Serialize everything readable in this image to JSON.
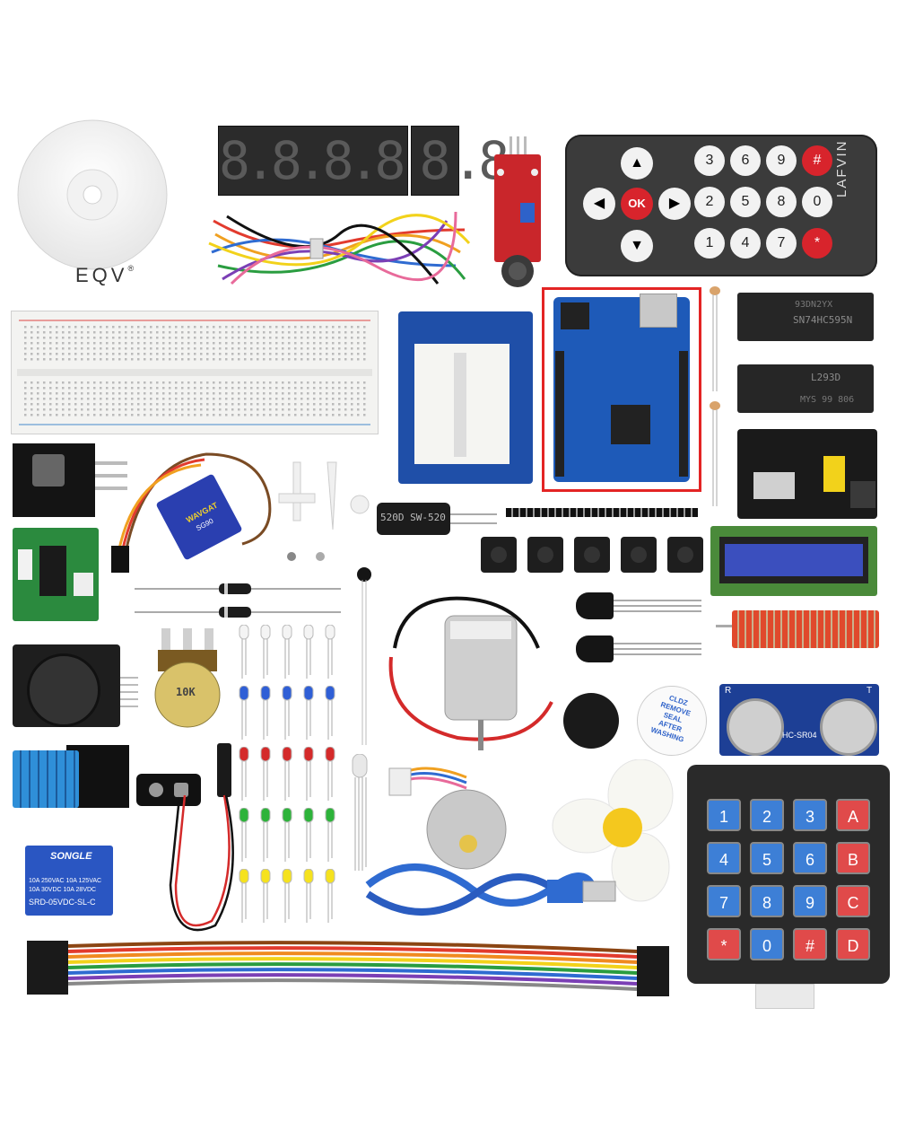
{
  "disc": {
    "brand": "EQV",
    "mark": "®"
  },
  "display": {
    "digits": "8.8.8.8.8.8."
  },
  "remote": {
    "brand": "LAFVIN",
    "ok": "OK",
    "keys": [
      "3",
      "6",
      "9",
      "#",
      "2",
      "5",
      "8",
      "0",
      "1",
      "4",
      "7",
      "*"
    ]
  },
  "chips": [
    {
      "text": "SN74HC595N"
    },
    {
      "text": "L293D"
    }
  ],
  "display_chip_codes": {
    "top": "93DN2YX",
    "bottom": "MYS 99 806"
  },
  "switch": {
    "text": "520D  SW-520"
  },
  "servo": {
    "brand": "WAVGAT",
    "model": "SG90"
  },
  "pot": {
    "text": "10K"
  },
  "relay": {
    "brand": "SONGLE",
    "line1": "10A 250VAC  10A 125VAC",
    "line2": "10A  30VDC  10A  28VDC",
    "model": "SRD-05VDC-SL-C"
  },
  "buzzer": {
    "label_lines": [
      "CLDZ",
      "REMOVE",
      "SEAL",
      "AFTER",
      "WASHING"
    ]
  },
  "ultrasonic": {
    "model": "HC-SR04",
    "t": "T",
    "r": "R"
  },
  "keypad": {
    "keys": [
      "1",
      "2",
      "3",
      "A",
      "4",
      "5",
      "6",
      "B",
      "7",
      "8",
      "9",
      "C",
      "*",
      "0",
      "#",
      "D"
    ],
    "colors": {
      "digit": "#3d7fd6",
      "letter": "#e04a4a"
    }
  },
  "highlight": {
    "color": "#e32424"
  }
}
